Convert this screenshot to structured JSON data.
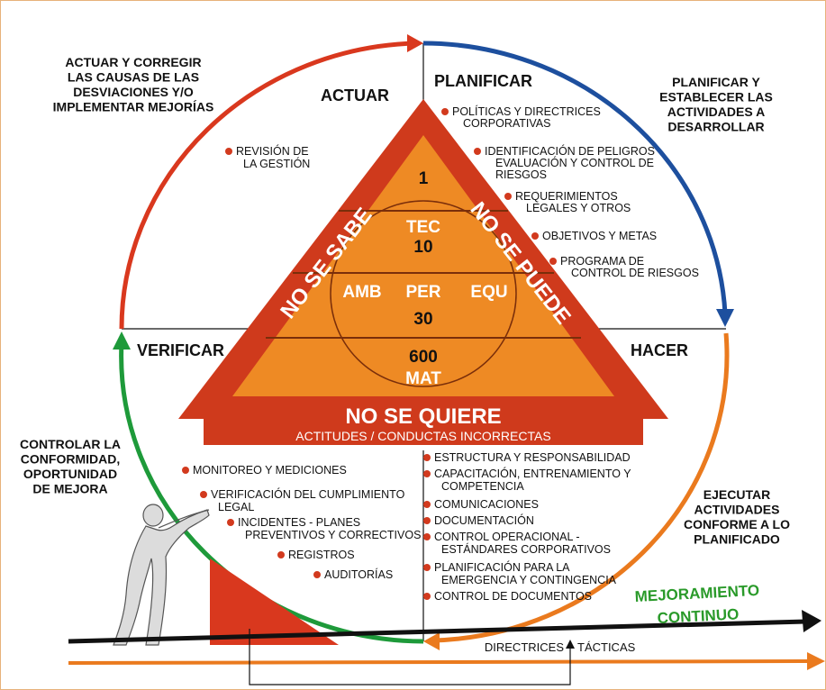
{
  "quadrants": {
    "actuar": "ACTUAR",
    "planificar": "PLANIFICAR",
    "verificar": "VERIFICAR",
    "hacer": "HACER"
  },
  "corner_notes": {
    "top_left": [
      "ACTUAR Y CORREGIR",
      "LAS CAUSAS DE LAS",
      "DESVIACIONES Y/O",
      "IMPLEMENTAR MEJORÍAS"
    ],
    "top_right": [
      "PLANIFICAR Y",
      "ESTABLECER LAS",
      "ACTIVIDADES A",
      "DESARROLLAR"
    ],
    "bottom_left": [
      "CONTROLAR LA",
      "CONFORMIDAD,",
      "OPORTUNIDAD",
      "DE MEJORA"
    ],
    "bottom_right": [
      "EJECUTAR",
      "ACTIVIDADES",
      "CONFORME A LO",
      "PLANIFICADO"
    ]
  },
  "actuar_items": [
    [
      "REVISIÓN DE",
      "LA GESTIÓN"
    ]
  ],
  "planificar_items": [
    [
      "POLÍTICAS Y DIRECTRICES",
      "CORPORATIVAS"
    ],
    [
      "IDENTIFICACIÓN DE PELIGROS",
      "EVALUACIÓN Y CONTROL DE",
      "RIESGOS"
    ],
    [
      "REQUERIMIENTOS",
      "LEGALES Y OTROS"
    ],
    [
      "OBJETIVOS Y METAS"
    ],
    [
      "PROGRAMA DE",
      "CONTROL DE RIESGOS"
    ]
  ],
  "verificar_items": [
    [
      "MONITOREO Y MEDICIONES"
    ],
    [
      "VERIFICACIÓN DEL CUMPLIMIENTO",
      "LEGAL"
    ],
    [
      "INCIDENTES - PLANES",
      "PREVENTIVOS Y CORRECTIVOS"
    ],
    [
      "REGISTROS"
    ],
    [
      "AUDITORÍAS"
    ]
  ],
  "hacer_items": [
    [
      "ESTRUCTURA  Y RESPONSABILIDAD"
    ],
    [
      "CAPACITACIÓN, ENTRENAMIENTO Y",
      "COMPETENCIA"
    ],
    [
      "COMUNICACIONES"
    ],
    [
      "DOCUMENTACIÓN"
    ],
    [
      "CONTROL OPERACIONAL -",
      "ESTÁNDARES CORPORATIVOS"
    ],
    [
      "PLANIFICACIÓN PARA LA",
      "EMERGENCIA Y CONTINGENCIA"
    ],
    [
      "CONTROL DE DOCUMENTOS"
    ]
  ],
  "pyramid": {
    "level1": "1",
    "tec": "TEC",
    "level10": "10",
    "amb": "AMB",
    "per": "PER",
    "equ": "EQU",
    "level30": "30",
    "level600": "600",
    "mat": "MAT",
    "left_side": "NO SE SABE",
    "right_side": "NO SE PUEDE",
    "base_title": "NO SE QUIERE",
    "base_subtitle": "ACTITUDES / CONDUCTAS INCORRECTAS"
  },
  "improvement": [
    "MEJORAMIENTO",
    "CONTINUO"
  ],
  "directrices": "DIRECTRICES",
  "tacticas": "TÁCTICAS",
  "colors": {
    "actuar_arc": "#d9381e",
    "planificar_arc": "#1d4f9e",
    "hacer_arc": "#ea7a1e",
    "verificar_arc": "#1e9a3a",
    "pyramid_outer": "#cf3a1c",
    "pyramid_inner": "#ee8a24",
    "bullet": "#d23a1e",
    "green_text": "#2a9a2a"
  }
}
